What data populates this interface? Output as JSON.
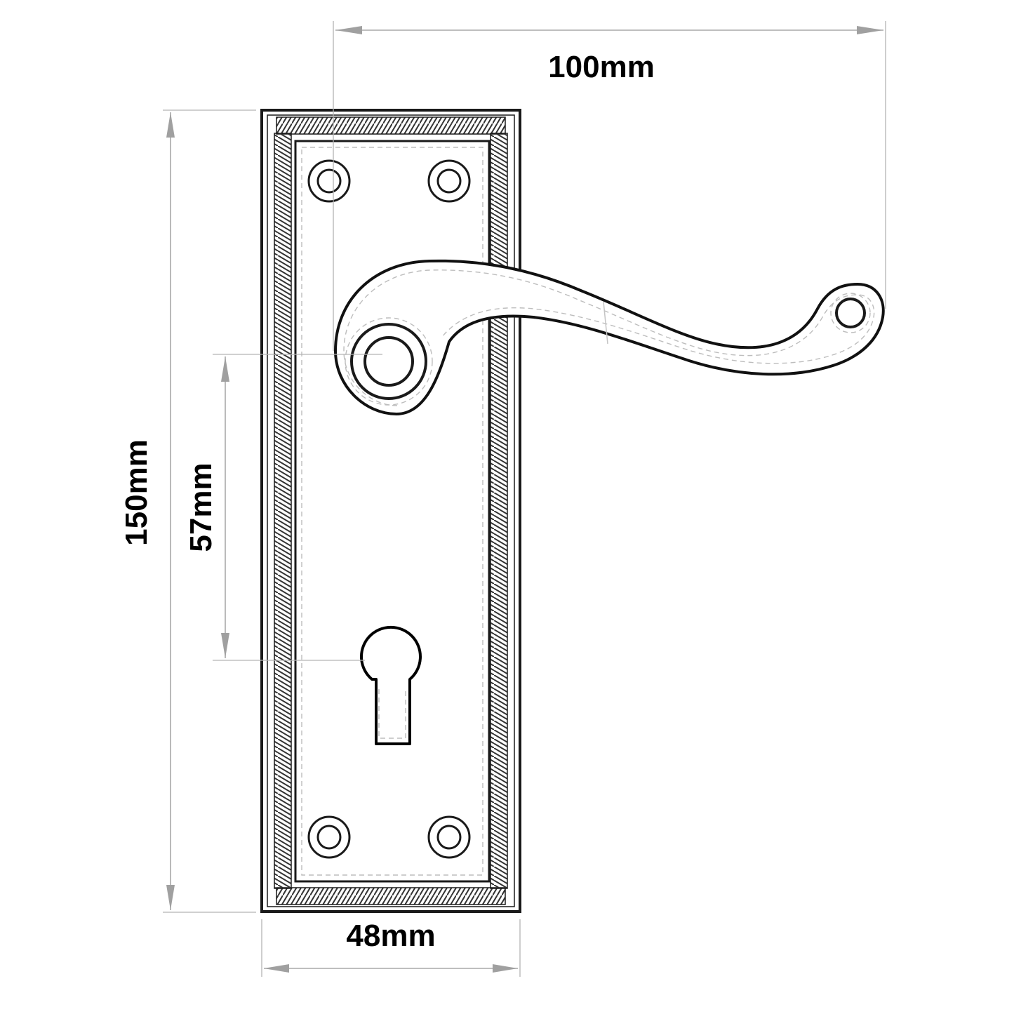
{
  "dimensions": {
    "overall_width": "100mm",
    "plate_height": "150mm",
    "spindle_to_keyhole": "57mm",
    "plate_width": "48mm"
  },
  "colors": {
    "line": "#1a1a1a",
    "dimension": "#a8a8a8",
    "background": "#ffffff"
  }
}
